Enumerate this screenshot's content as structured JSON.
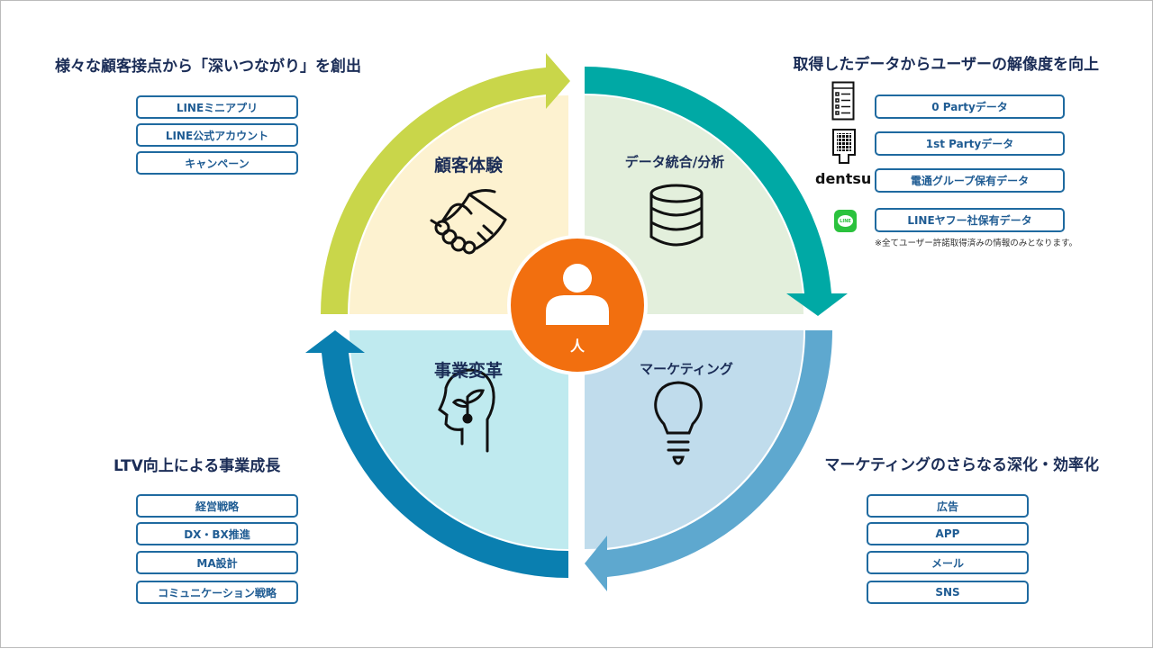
{
  "colors": {
    "green": "#c9d64a",
    "teal": "#00a9a5",
    "light_blue": "#5ea8cf",
    "dark_blue": "#0a7fb0",
    "orange": "#f26f0f",
    "navy": "#1b2d57"
  },
  "top_left": {
    "heading": "様々な顧客接点から「深いつながり」を創出",
    "items": [
      "LINEミニアプリ",
      "LINE公式アカウント",
      "キャンペーン"
    ]
  },
  "top_right": {
    "heading": "取得したデータからユーザーの解像度を向上",
    "items": [
      {
        "icon": "document-list-icon",
        "label": "0 Partyデータ"
      },
      {
        "icon": "building-icon",
        "label": "1st Partyデータ"
      },
      {
        "icon": "dentsu-logo",
        "logo_text": "dentsu",
        "label": "電通グループ保有データ"
      },
      {
        "icon": "line-logo",
        "logo_text": "LINE",
        "label": "LINEヤフー社保有データ"
      }
    ],
    "note": "※全てユーザー許諾取得済みの情報のみとなります。"
  },
  "bottom_left": {
    "heading": "LTV向上による事業成長",
    "items": [
      "経営戦略",
      "DX・BX推進",
      "MA設計",
      "コミュニケーション戦略"
    ]
  },
  "bottom_right": {
    "heading": "マーケティングのさらなる深化・効率化",
    "items": [
      "広告",
      "APP",
      "メール",
      "SNS"
    ]
  },
  "quadrants": {
    "customer_experience": "顧客体験",
    "data_integration": "データ統合/分析",
    "business_transformation": "事業変革",
    "marketing": "マーケティング"
  },
  "center": {
    "label": "人"
  }
}
